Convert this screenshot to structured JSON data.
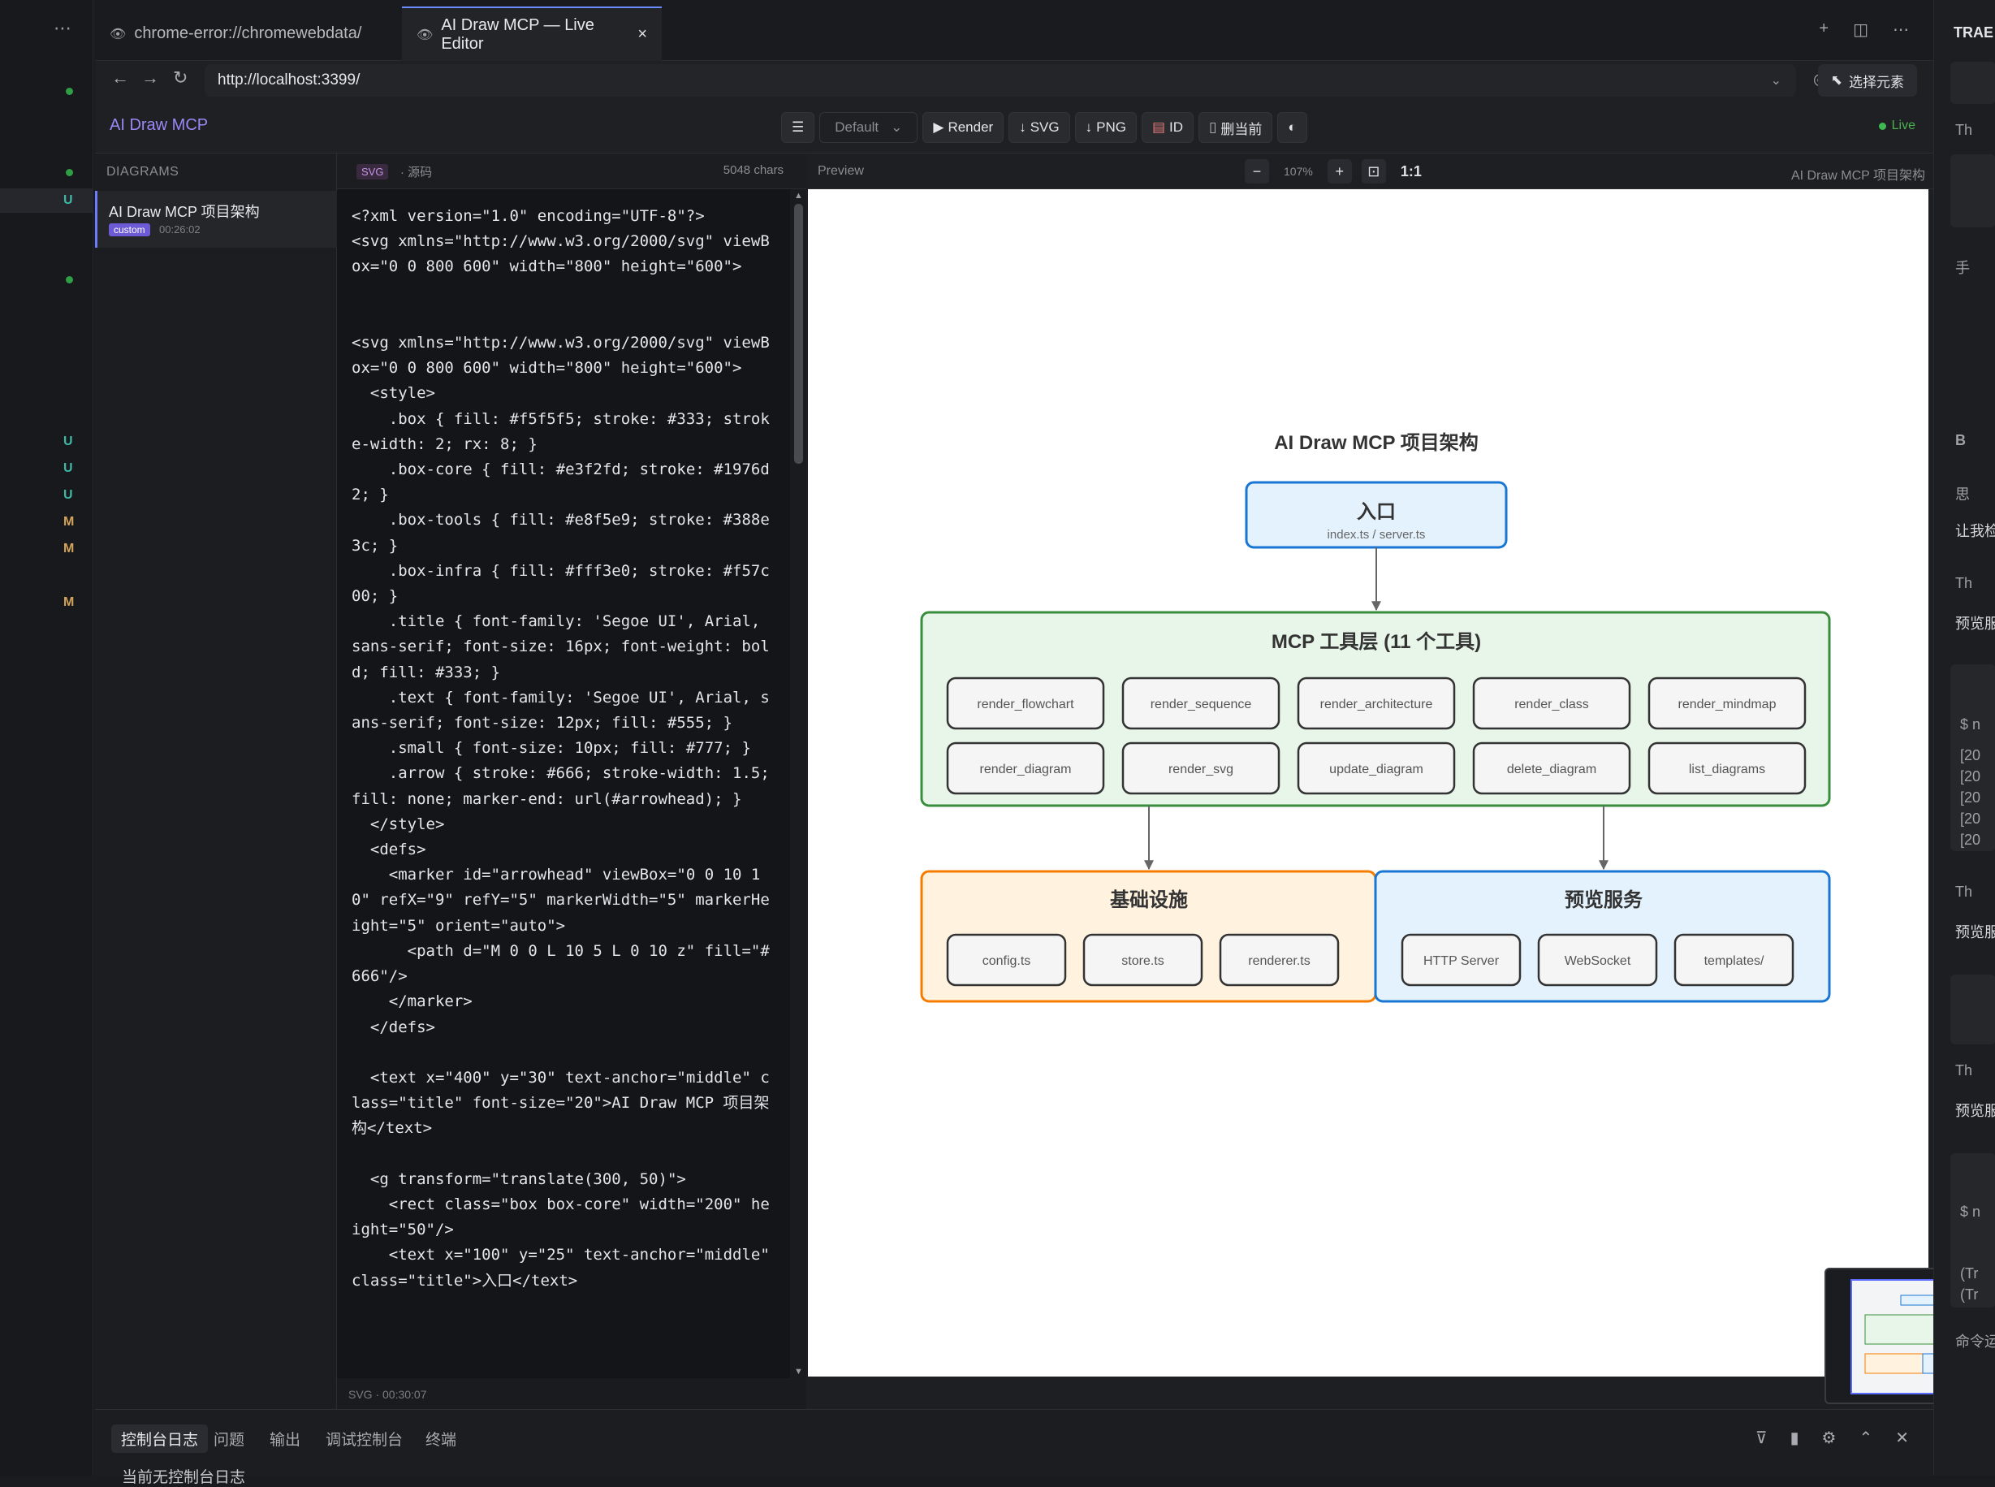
{
  "sidebar_git": {
    "statuses": [
      "U",
      "U",
      "U",
      "U",
      "M",
      "M",
      "M"
    ]
  },
  "tabs": [
    {
      "label": "chrome-error://chromewebdata/",
      "icon": "eye-icon",
      "active": false
    },
    {
      "label": "AI Draw MCP — Live Editor",
      "icon": "eye-icon",
      "active": true,
      "close": "×"
    }
  ],
  "nav": {
    "url": "http://localhost:3399/",
    "pick_label": "选择元素"
  },
  "app": {
    "brand": "AI Draw MCP",
    "theme_select": "Default",
    "toolbar": {
      "render": "Render",
      "svg": "SVG",
      "png": "PNG",
      "id": "ID",
      "delete": "删当前"
    },
    "live": "Live"
  },
  "diagrams": {
    "header": "DIAGRAMS",
    "items": [
      {
        "title": "AI Draw MCP 项目架构",
        "badge": "custom",
        "time": "00:26:02"
      }
    ]
  },
  "source": {
    "tag": "SVG",
    "label": "· 源码",
    "chars": "5048 chars",
    "footer": "SVG · 00:30:07",
    "code": "<?xml version=\"1.0\" encoding=\"UTF-8\"?>\n<svg xmlns=\"http://www.w3.org/2000/svg\" viewBox=\"0 0 800 600\" width=\"800\" height=\"600\">\n\n\n<svg xmlns=\"http://www.w3.org/2000/svg\" viewBox=\"0 0 800 600\" width=\"800\" height=\"600\">\n  <style>\n    .box { fill: #f5f5f5; stroke: #333; stroke-width: 2; rx: 8; }\n    .box-core { fill: #e3f2fd; stroke: #1976d2; }\n    .box-tools { fill: #e8f5e9; stroke: #388e3c; }\n    .box-infra { fill: #fff3e0; stroke: #f57c00; }\n    .title { font-family: 'Segoe UI', Arial, sans-serif; font-size: 16px; font-weight: bold; fill: #333; }\n    .text { font-family: 'Segoe UI', Arial, sans-serif; font-size: 12px; fill: #555; }\n    .small { font-size: 10px; fill: #777; }\n    .arrow { stroke: #666; stroke-width: 1.5; fill: none; marker-end: url(#arrowhead); }\n  </style>\n  <defs>\n    <marker id=\"arrowhead\" viewBox=\"0 0 10 10\" refX=\"9\" refY=\"5\" markerWidth=\"5\" markerHeight=\"5\" orient=\"auto\">\n      <path d=\"M 0 0 L 10 5 L 0 10 z\" fill=\"#666\"/>\n    </marker>\n  </defs>\n\n  <text x=\"400\" y=\"30\" text-anchor=\"middle\" class=\"title\" font-size=\"20\">AI Draw MCP 项目架构</text>\n\n  <g transform=\"translate(300, 50)\">\n    <rect class=\"box box-core\" width=\"200\" height=\"50\"/>\n    <text x=\"100\" y=\"25\" text-anchor=\"middle\" class=\"title\">入口</text>"
  },
  "preview": {
    "label": "Preview",
    "zoom": "107%",
    "fit": "1:1",
    "crumb": "AI Draw MCP 项目架构"
  },
  "diagram": {
    "title": "AI Draw MCP 项目架构",
    "entry": {
      "title": "入口",
      "sub": "index.ts / server.ts"
    },
    "tools": {
      "title": "MCP 工具层 (11 个工具)",
      "items": [
        "render_flowchart",
        "render_sequence",
        "render_architecture",
        "render_class",
        "render_mindmap",
        "render_diagram",
        "render_svg",
        "update_diagram",
        "delete_diagram",
        "list_diagrams"
      ]
    },
    "infra": {
      "title": "基础设施",
      "items": [
        "config.ts",
        "store.ts",
        "renderer.ts"
      ]
    },
    "preview_svc": {
      "title": "预览服务",
      "items": [
        "HTTP Server",
        "WebSocket",
        "templates/"
      ]
    }
  },
  "bottom_panel": {
    "tabs": [
      "控制台日志",
      "问题",
      "输出",
      "调试控制台",
      "终端"
    ],
    "message": "当前无控制台日志"
  },
  "right_panel": {
    "title": "TRAE",
    "texts": [
      "Th",
      "手",
      "B",
      "思",
      "让我检",
      "Th",
      "预览服",
      "$ n",
      "[20",
      "[20",
      "[20",
      "[20",
      "[20",
      "Th",
      "预览服",
      "Th",
      "预览服",
      "$ n",
      "(Tr",
      "(Tr",
      "命令运"
    ]
  },
  "colors": {
    "accent": "#6b8cff",
    "core_fill": "#e3f2fd",
    "core_stroke": "#1976d2",
    "tools_fill": "#e8f5e9",
    "tools_stroke": "#388e3c",
    "infra_fill": "#fff3e0",
    "infra_stroke": "#f57c00"
  }
}
